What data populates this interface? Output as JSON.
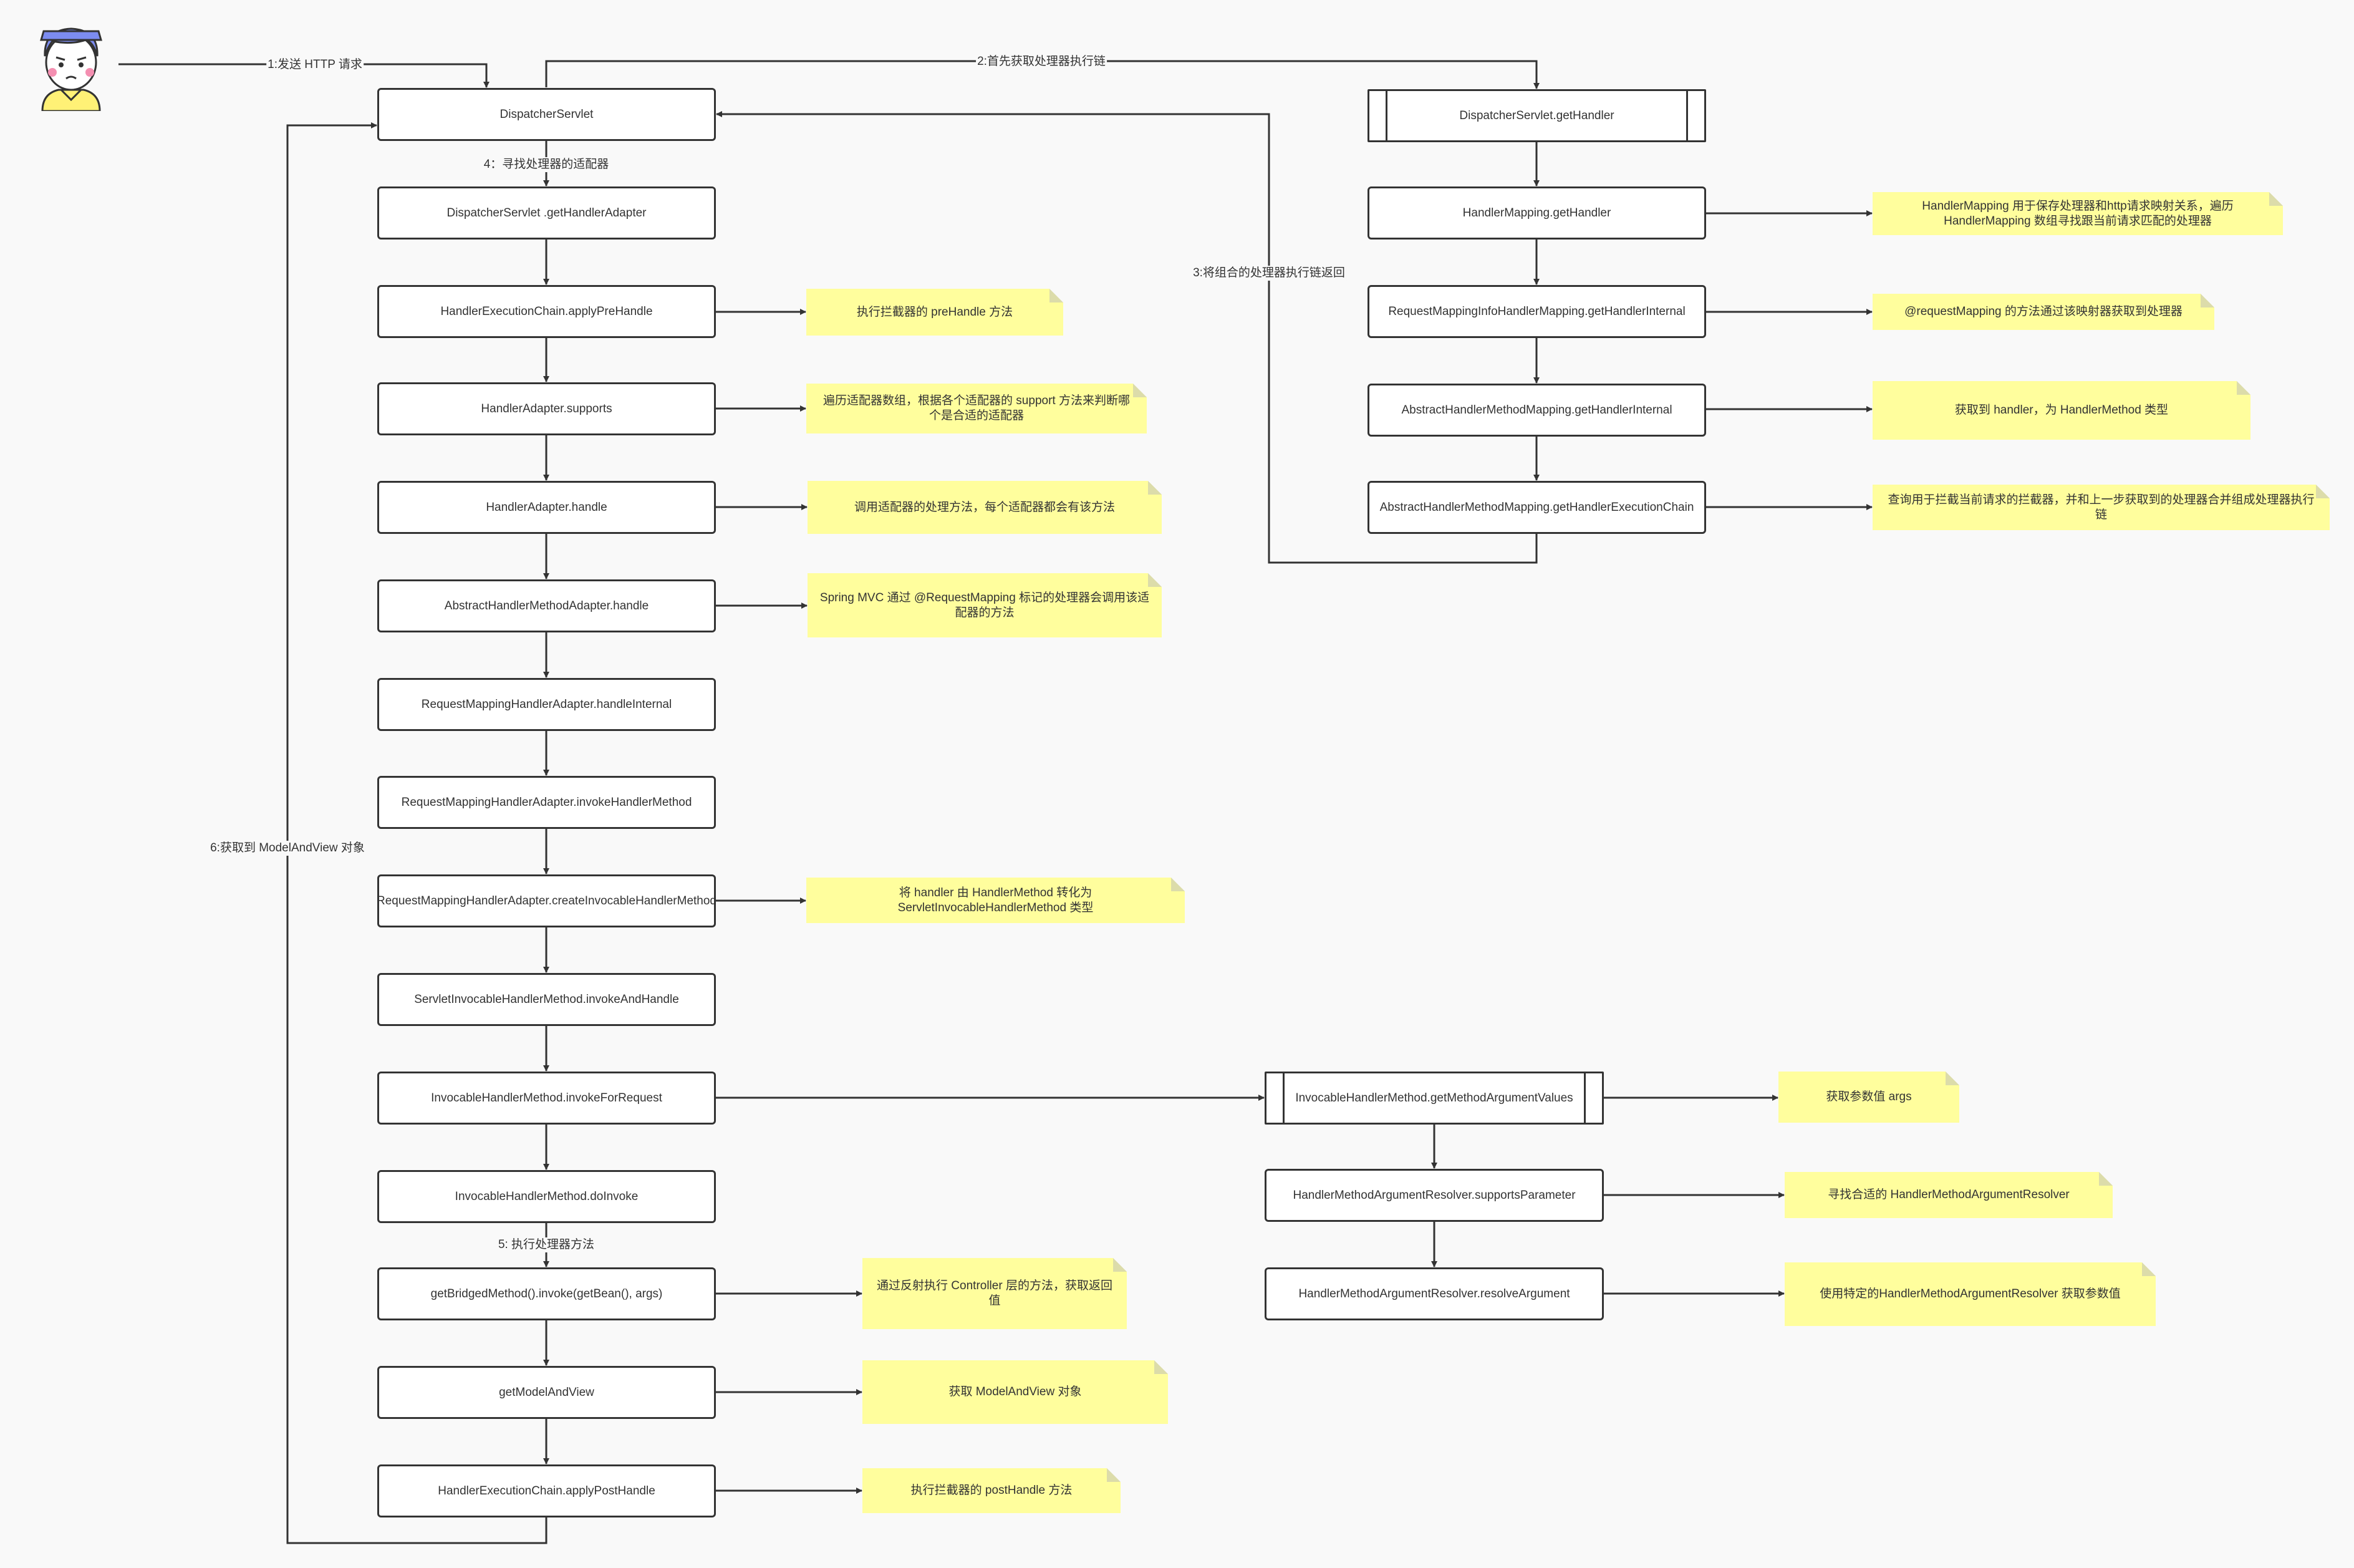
{
  "user_icon": "user-avatar-icon",
  "colors": {
    "box_border": "#333333",
    "note_bg": "#fffe9d",
    "line": "#333333"
  },
  "nodes": {
    "ds": "DispatcherServlet",
    "get_handler_adapter": "DispatcherServlet .getHandlerAdapter",
    "apply_pre_handle": "HandlerExecutionChain.applyPreHandle",
    "supports": "HandlerAdapter.supports",
    "handle": "HandlerAdapter.handle",
    "abstract_handle": "AbstractHandlerMethodAdapter.handle",
    "handle_internal": "RequestMappingHandlerAdapter.handleInternal",
    "invoke_handler_method": "RequestMappingHandlerAdapter.invokeHandlerMethod",
    "create_invocable": "RequestMappingHandlerAdapter.createInvocableHandlerMethod",
    "invoke_and_handle": "ServletInvocableHandlerMethod.invokeAndHandle",
    "invoke_for_request": "InvocableHandlerMethod.invokeForRequest",
    "do_invoke": "InvocableHandlerMethod.doInvoke",
    "bridged_invoke": "getBridgedMethod().invoke(getBean(), args)",
    "get_model_and_view": "getModelAndView",
    "apply_post_handle": "HandlerExecutionChain.applyPostHandle",
    "ds_get_handler": "DispatcherServlet.getHandler",
    "hm_get_handler": "HandlerMapping.getHandler",
    "rmi_get_handler_internal": "RequestMappingInfoHandlerMapping.getHandlerInternal",
    "ahmm_get_handler_internal": "AbstractHandlerMethodMapping.getHandlerInternal",
    "ahmm_get_execution_chain": "AbstractHandlerMethodMapping.getHandlerExecutionChain",
    "get_method_argument_values": "InvocableHandlerMethod.getMethodArgumentValues",
    "supports_parameter": "HandlerMethodArgumentResolver.supportsParameter",
    "resolve_argument": "HandlerMethodArgumentResolver.resolveArgument"
  },
  "notes": {
    "pre_handle": "执行拦截器的 preHandle 方法",
    "supports": "遍历适配器数组，根据各个适配器的 support 方法来判断哪个是合适的适配器",
    "handle": "调用适配器的处理方法，每个适配器都会有该方法",
    "abstract_handle": "Spring MVC 通过 @RequestMapping 标记的处理器会调用该适配器的方法",
    "create_invocable": "将 handler 由 HandlerMethod 转化为 ServletInvocableHandlerMethod 类型",
    "bridged_invoke": "通过反射执行 Controller 层的方法，获取返回值",
    "model_and_view": "获取 ModelAndView 对象",
    "post_handle": "执行拦截器的 postHandle 方法",
    "handler_mapping": "HandlerMapping 用于保存处理器和http请求映射关系，遍历 HandlerMapping 数组寻找跟当前请求匹配的处理器",
    "request_mapping": "@requestMapping 的方法通过该映射器获取到处理器",
    "handler_method": "获取到 handler，为 HandlerMethod 类型",
    "execution_chain": "查询用于拦截当前请求的拦截器，并和上一步获取到的处理器合并组成处理器执行链",
    "args": "获取参数值 args",
    "find_resolver": "寻找合适的 HandlerMethodArgumentResolver",
    "use_resolver": "使用特定的HandlerMethodArgumentResolver 获取参数值"
  },
  "edge_labels": {
    "send_request": "1:发送 HTTP 请求",
    "get_chain_first": "2:首先获取处理器执行链",
    "return_chain": "3:将组合的处理器执行链返回",
    "find_adapter": "4：寻找处理器的适配器",
    "execute_handler": "5: 执行处理器方法",
    "get_model_and_view": "6:获取到 ModelAndView 对象"
  }
}
